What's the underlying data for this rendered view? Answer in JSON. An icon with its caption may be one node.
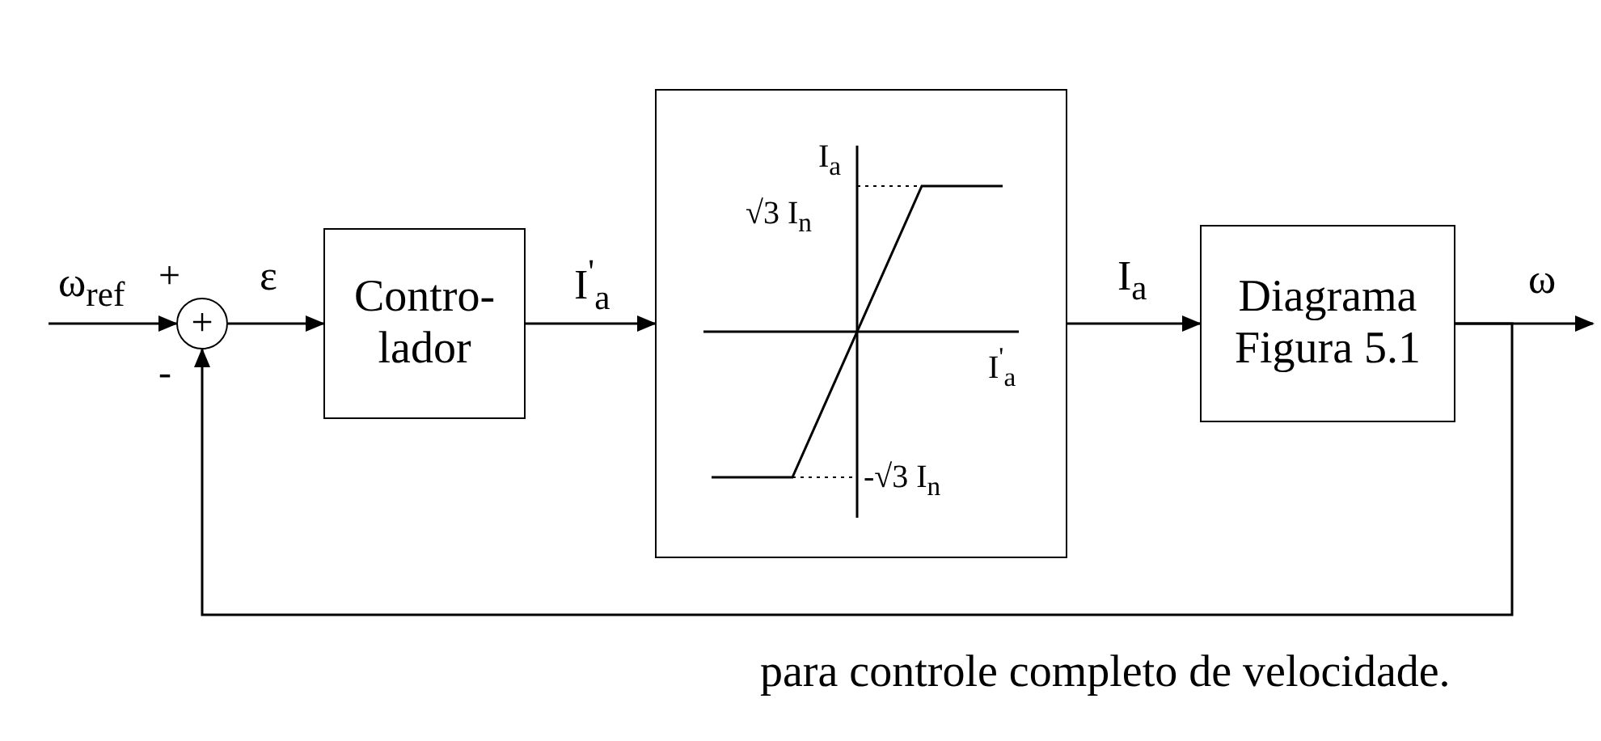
{
  "diagram": {
    "caption": "para controle completo de velocidade.",
    "nodes": [
      {
        "text": [
          "+"
        ]
      },
      {
        "text": [
          "Contro- lador"
        ]
      },
      {
        "text": [
          "I$_{a}$",
          "√3 I$_{n}$",
          "I$^{'}$$_{a}$",
          "-√3 I$_{n}$"
        ]
      },
      {
        "text": [
          "Diagrama Figura 5.1"
        ]
      }
    ],
    "edges": [
      {
        "from": null,
        "to": 0,
        "arrow": "to",
        "label": "ω$_{ref}$"
      },
      {
        "from": 0,
        "to": 1,
        "arrow": "to",
        "label": "ε"
      },
      {
        "from": 1,
        "to": 2,
        "arrow": "to",
        "label": "I$^{'}$$_{a}$"
      },
      {
        "from": 2,
        "to": 3,
        "arrow": "to",
        "label": "I$_{a}$"
      },
      {
        "from": 3,
        "to": null,
        "arrow": "to",
        "label": "ω"
      },
      {
        "from": 3,
        "to": 0,
        "arrow": "to"
      }
    ],
    "labels": [
      "+",
      "-"
    ]
  }
}
